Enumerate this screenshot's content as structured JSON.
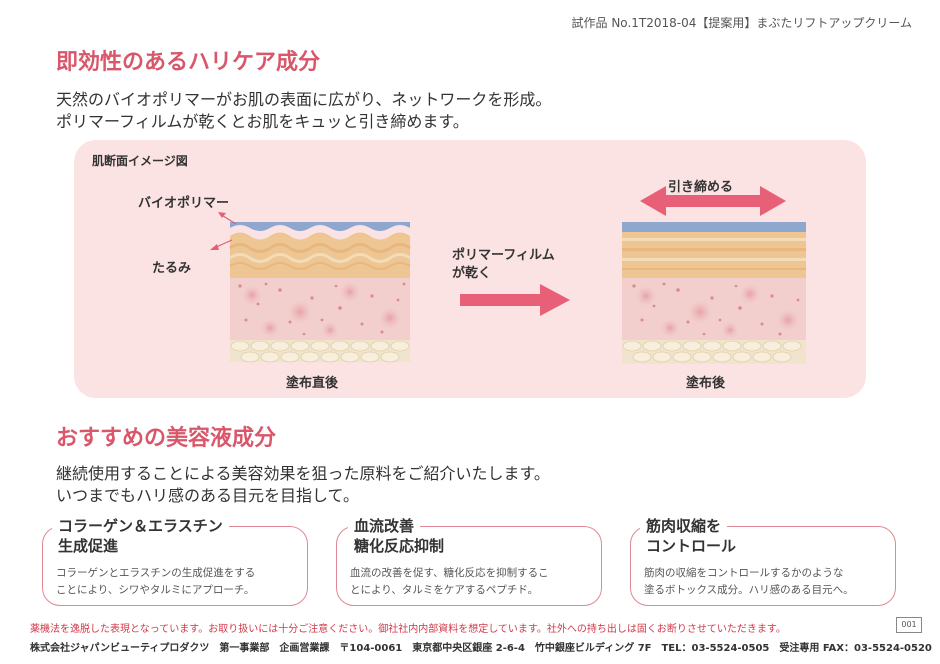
{
  "header_note": "試作品 No.1T2018-04【提案用】まぶたリフトアップクリーム",
  "section1": {
    "title": "即効性のあるハリケア成分",
    "lines": [
      "天然のバイオポリマーがお肌の表面に広がり、ネットワークを形成。",
      "ポリマーフィルムが乾くとお肌をキュッと引き締めます。"
    ]
  },
  "diagram": {
    "title": "肌断面イメージ図",
    "label_biopolymer": "バイオポリマー",
    "label_tarumi": "たるみ",
    "label_polymer_line1": "ポリマーフィルム",
    "label_polymer_line2": "が乾く",
    "label_tighten": "引き締める",
    "caption_before": "塗布直後",
    "caption_after": "塗布後"
  },
  "section2": {
    "title": "おすすめの美容液成分",
    "lines": [
      "継続使用することによる美容効果を狙った原料をご紹介いたします。",
      "いつまでもハリ感のある目元を目指して。"
    ]
  },
  "cards": [
    {
      "title_line1": "コラーゲン＆エラスチン",
      "title_line2": "生成促進",
      "body_line1": "コラーゲンとエラスチンの生成促進をする",
      "body_line2": "ことにより、シワやタルミにアプローチ。"
    },
    {
      "title_line1": "血流改善",
      "title_line2": "糖化反応抑制",
      "body_line1": "血流の改善を促す、糖化反応を抑制するこ",
      "body_line2": "とにより、タルミをケアするペプチド。"
    },
    {
      "title_line1": "筋肉収縮を",
      "title_line2": "コントロール",
      "body_line1": "筋肉の収縮をコントロールするかのような",
      "body_line2": "塗るボトックス成分。ハリ感のある目元へ。"
    }
  ],
  "warning": "薬機法を逸脱した表現となっています。お取り扱いには十分ご注意ください。御社社内内部資料を想定しています。社外への持ち出しは固くお断りさせていただきます。",
  "page_number": "001",
  "footer": "株式会社ジャパンビューティプロダクツ　第一事業部　企画営業課　〒104-0061　東京都中央区銀座 2-6-4　竹中銀座ビルディング 7F　TEL：03-5524-0505　受注専用 FAX：03-5524-0520",
  "colors": {
    "accent": "#d9576a",
    "panel_bg": "#fbe3e3",
    "arrow": "#e86078",
    "card_border": "#e08893"
  }
}
